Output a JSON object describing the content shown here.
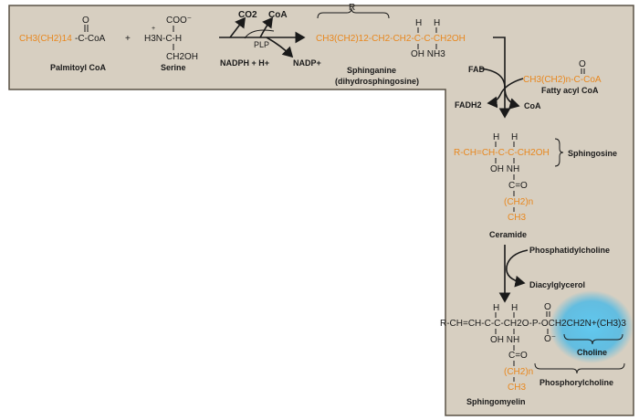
{
  "colors": {
    "panel": "#d7cfc1",
    "panel_border": "#5a5246",
    "accent": "#e8871e",
    "choline_glow": "#3db7ea"
  },
  "reaction1": {
    "palmitoyl_coa": {
      "chain": "CH3(CH2)14",
      "tail": "-C-CoA",
      "carbonyl": "O",
      "label": "Palmitoyl CoA"
    },
    "plus": "+",
    "serine": {
      "coo": "COO⁻",
      "amine": "H3N-C-H",
      "plus_sign": "+",
      "side": "CH2OH",
      "label": "Serine"
    },
    "co2": "CO2",
    "coa": "CoA",
    "plp": "PLP",
    "nadph": "NADPH + H+",
    "nadp": "NADP+",
    "sphinganine": {
      "r": "R",
      "chain": "CH3(CH2)12-CH2-CH2-C-C-CH2OH",
      "h1": "H",
      "h2": "H",
      "bottom": "OH NH3",
      "label": "Sphinganine",
      "sub": "(dihydrosphingosine)"
    }
  },
  "reaction2": {
    "fad": "FAD",
    "fadh2": "FADH2",
    "coa": "CoA",
    "acyl": "CH3(CH2)n-C-CoA",
    "acyl_o": "O",
    "acyl_label": "Fatty acyl CoA"
  },
  "sphingosine": {
    "row": "R-CH=CH-C-C-CH2OH",
    "h1": "H",
    "h2": "H",
    "oh_nh": "OH NH",
    "label": "Sphingosine"
  },
  "ceramide": {
    "c_o": "C=O",
    "ch2n": "(CH2)n",
    "ch3": "CH3",
    "label": "Ceramide"
  },
  "reaction3": {
    "phosphatidylcholine": "Phosphatidylcholine",
    "diacylglycerol": "Diacylglycerol"
  },
  "sphingomyelin": {
    "row": "R-CH=CH-C-C-CH2O-P-OCH2CH2N+(CH3)3",
    "h1": "H",
    "h2": "H",
    "p_o": "O",
    "p_om": "O⁻",
    "oh_nh": "OH NH",
    "c_o": "C=O",
    "ch2n": "(CH2)n",
    "ch3": "CH3",
    "choline": "Choline",
    "phosphorylcholine": "Phosphorylcholine",
    "label": "Sphingomyelin"
  }
}
